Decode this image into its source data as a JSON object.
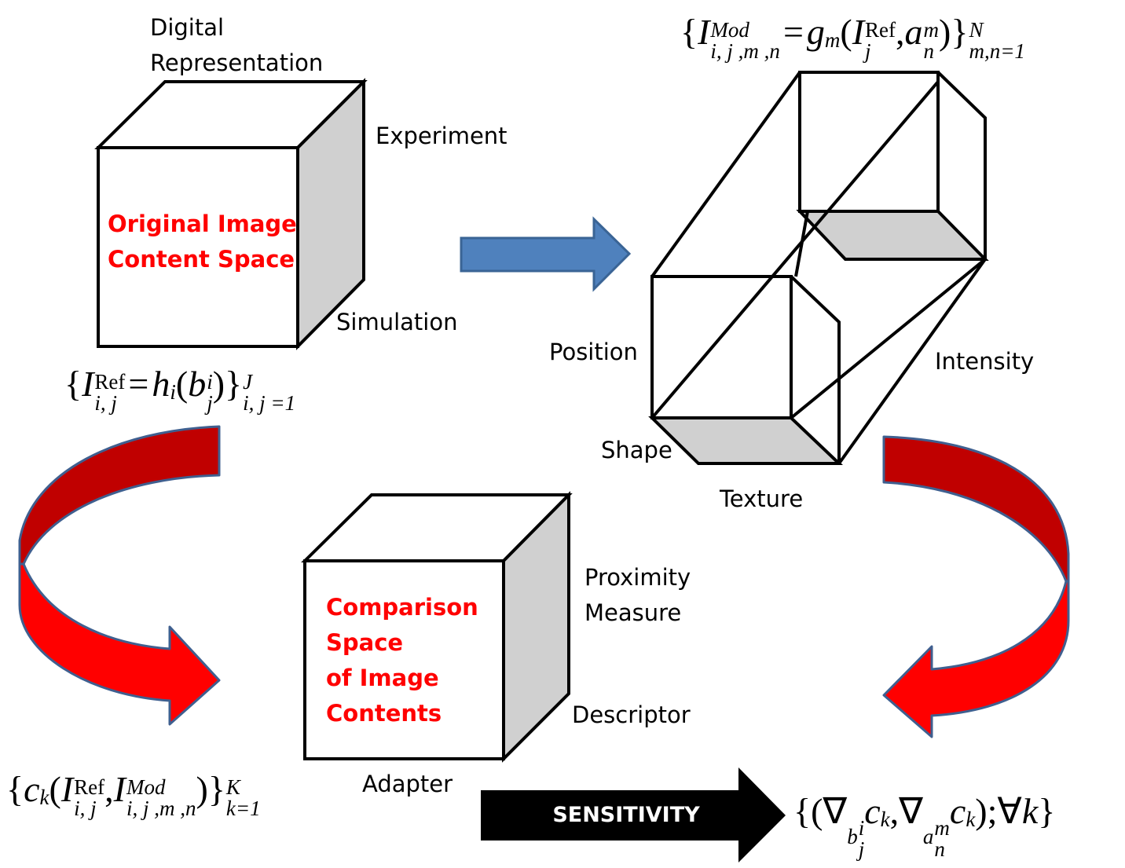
{
  "cubes": {
    "original": {
      "title_lines": [
        "Original Image",
        "Content Space"
      ],
      "labels": {
        "top": [
          "Digital",
          "Representation"
        ],
        "right_top": "Experiment",
        "right_bottom": "Simulation"
      },
      "formula": "{I_{i,j}^{Ref} = h_i(b_j^i)}_{i,j=1}^{J}"
    },
    "modified": {
      "labels": {
        "position": "Position",
        "shape": "Shape",
        "texture": "Texture",
        "intensity": "Intensity"
      },
      "formula": "{I_{i,j,m,n}^{Mod} = g_m(I_j^{Ref}, a_n^m)}_{m,n=1}^{N}"
    },
    "comparison": {
      "title_lines": [
        "Comparison",
        "Space",
        "of Image",
        "Contents"
      ],
      "labels": {
        "right_top": [
          "Proximity",
          "Measure"
        ],
        "right_bottom": "Descriptor",
        "bottom": "Adapter"
      },
      "formula": "{c_k(I_{i,j}^{Ref}, I_{i,j,m,n}^{Mod})}_{k=1}^{K}"
    }
  },
  "arrows": {
    "transform": {
      "direction": "right",
      "color": "#4f81bd"
    },
    "left_curved": {
      "direction": "down-right",
      "color_dark": "#c00000",
      "color_light": "#ff0000"
    },
    "right_curved": {
      "direction": "down-left",
      "color_dark": "#c00000",
      "color_light": "#ff0000"
    },
    "sensitivity": {
      "label": "SENSITIVITY",
      "color": "#000000"
    }
  },
  "sensitivity_formula": "{(∇_{b_j^i} c_k, ∇_{a_n^m} c_k); ∀k}",
  "math_text": {
    "lbrace": "{",
    "rbrace": "}",
    "I": "I",
    "Ref": "Ref",
    "Mod": "Mod",
    "eq": "=",
    "h": "h",
    "g": "g",
    "b": "b",
    "a": "a",
    "c": "c",
    "i": "i",
    "j": "j",
    "k": "k",
    "m": "m",
    "n": "n",
    "J": "J",
    "N": "N",
    "K": "K",
    "ij": "i, j",
    "ijmn": "i, j ,m ,n",
    "ij1": "i, j =1",
    "mn1": "m,n=1",
    "k1": "k=1",
    "lparen": "(",
    "rparen": ")",
    "comma": ",",
    "nabla": "∇",
    "semi": ");",
    "forall": "∀",
    "open": "{("
  }
}
